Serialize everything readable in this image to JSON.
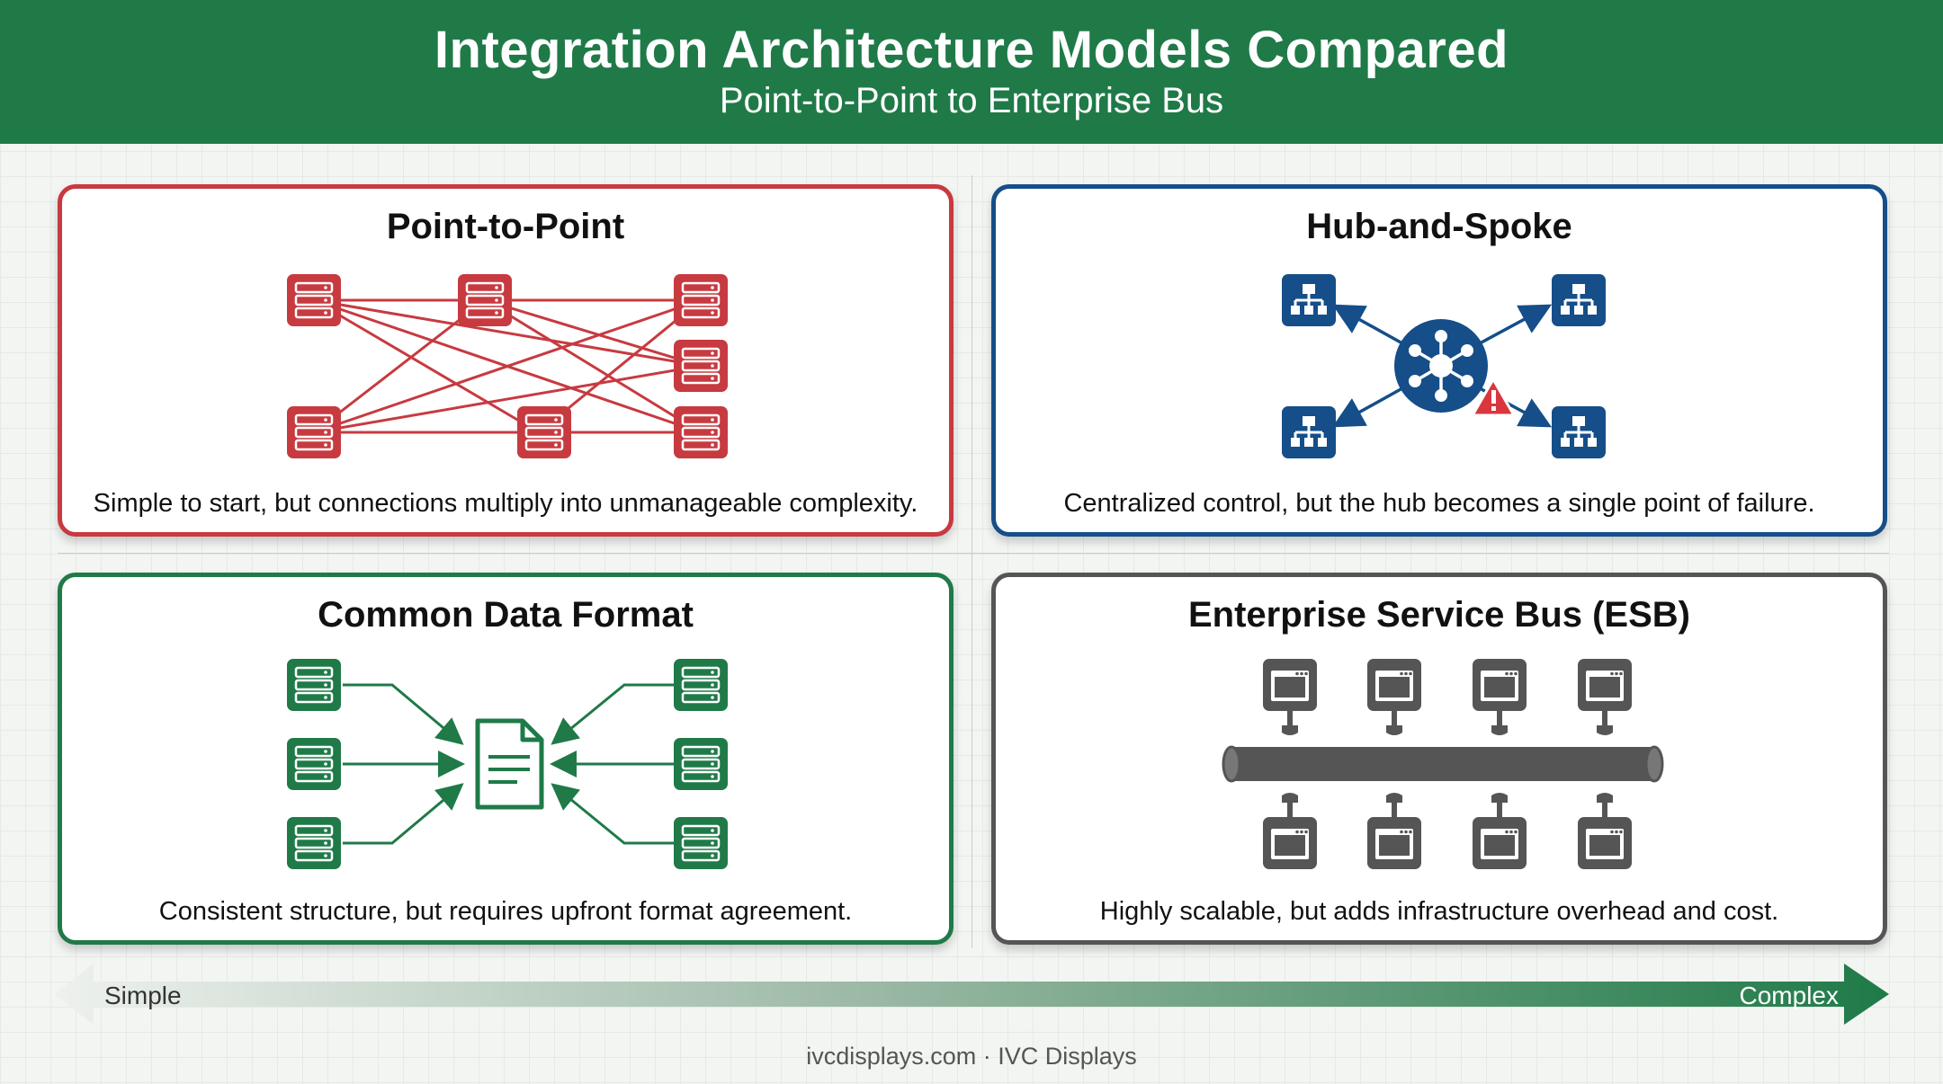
{
  "header": {
    "title": "Integration Architecture Models Compared",
    "subtitle": "Point-to-Point to Enterprise Bus"
  },
  "panels": [
    {
      "title": "Point-to-Point",
      "caption": "Simple to start, but connections multiply into unmanageable complexity.",
      "color": "#c73a40",
      "icon": "server-icon"
    },
    {
      "title": "Hub-and-Spoke",
      "caption": "Centralized control, but the hub becomes a single point of failure.",
      "color": "#154e89",
      "icon": "network-node-icon"
    },
    {
      "title": "Common Data Format",
      "caption": "Consistent structure, but requires upfront format agreement.",
      "color": "#1f7a48",
      "icon": "document-icon"
    },
    {
      "title": "Enterprise Service Bus (ESB)",
      "caption": "Highly scalable, but adds infrastructure overhead and cost.",
      "color": "#555555",
      "icon": "application-window-icon"
    }
  ],
  "scale": {
    "left_label": "Simple",
    "right_label": "Complex"
  },
  "footer": "ivcdisplays.com · IVC Displays"
}
